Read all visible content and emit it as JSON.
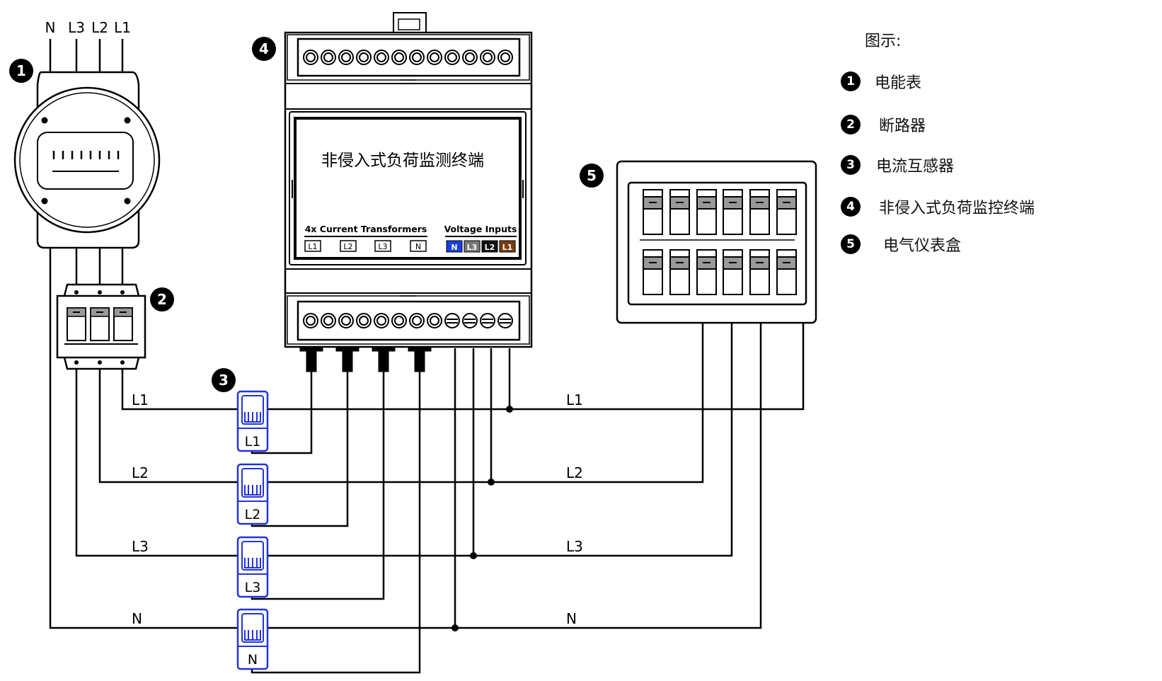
{
  "supply_labels": [
    "N",
    "L3",
    "L2",
    "L1"
  ],
  "callouts": [
    "1",
    "2",
    "3",
    "4",
    "5"
  ],
  "breaker_outputs": {
    "l1": "L1",
    "l2": "L2",
    "l3": "L3",
    "n": "N"
  },
  "ct_labels": [
    "L1",
    "L2",
    "L3",
    "N"
  ],
  "meter_panel": {
    "l1": "L1",
    "l2": "L2",
    "l3": "L3",
    "n": "N"
  },
  "terminal": {
    "title": "非侵入式负荷监测终端",
    "ct_header": "4x Current Transformers",
    "ct_ports": [
      "L1",
      "L2",
      "L3",
      "N"
    ],
    "voltage_header": "Voltage Inputs",
    "voltage_ports": [
      "N",
      "L3",
      "L2",
      "L1"
    ]
  },
  "colors": {
    "ct_blue": "#2233dd",
    "port_n": "#1a3fe0",
    "port_l3": "#777777",
    "port_l2": "#111111",
    "port_l1": "#7a3d12"
  },
  "legend": {
    "title": "图示:",
    "items": [
      {
        "num": "1",
        "text": "电能表"
      },
      {
        "num": "2",
        "text": "断路器"
      },
      {
        "num": "3",
        "text": "电流互感器"
      },
      {
        "num": "4",
        "text": "非侵入式负荷监控终端"
      },
      {
        "num": "5",
        "text": "电气仪表盒"
      }
    ]
  }
}
